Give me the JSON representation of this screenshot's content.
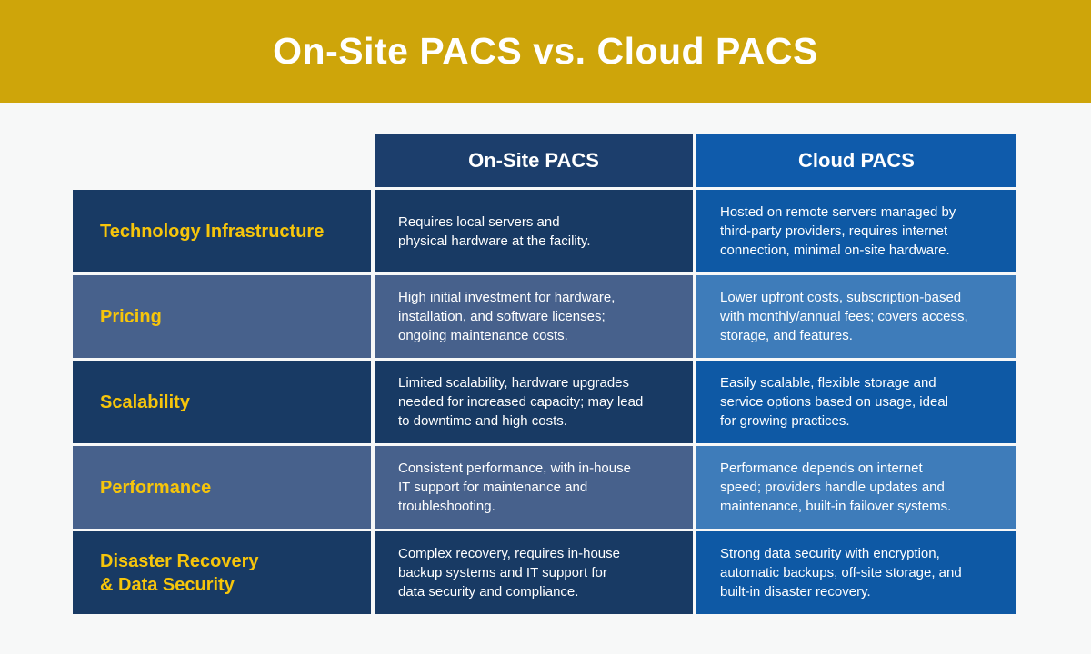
{
  "banner": {
    "title": "On-Site PACS vs. Cloud PACS"
  },
  "table": {
    "columns": [
      {
        "label": "On-Site PACS"
      },
      {
        "label": "Cloud PACS"
      }
    ],
    "rows": [
      {
        "label": "Technology Infrastructure",
        "onsite": "Requires local servers and\nphysical hardware at the facility.",
        "cloud": "Hosted on remote servers managed by\nthird-party providers, requires internet\nconnection, minimal on-site hardware."
      },
      {
        "label": "Pricing",
        "onsite": "High initial investment for hardware,\ninstallation, and software licenses;\nongoing maintenance costs.",
        "cloud": "Lower upfront costs, subscription-based\nwith monthly/annual fees; covers access,\nstorage, and features."
      },
      {
        "label": "Scalability",
        "onsite": "Limited scalability, hardware upgrades\nneeded for increased capacity; may lead\nto downtime and high costs.",
        "cloud": "Easily scalable, flexible storage and\nservice options based on usage, ideal\nfor growing practices."
      },
      {
        "label": "Performance",
        "onsite": "Consistent performance, with in-house\nIT support for maintenance and\ntroubleshooting.",
        "cloud": "Performance depends on internet\nspeed; providers handle updates and\nmaintenance, built-in failover systems."
      },
      {
        "label": "Disaster Recovery\n& Data Security",
        "onsite": "Complex recovery, requires in-house\nbackup systems and IT support for\ndata security and compliance.",
        "cloud": "Strong data security with encryption,\nautomatic backups, off-site storage, and\nbuilt-in disaster recovery."
      }
    ]
  },
  "colors": {
    "banner_gold": "#cea50a",
    "header_navy": "#1c3e6c",
    "header_blue": "#0f5bab",
    "row_navy": "#183a64",
    "row_slate": "#47618c",
    "cloud_blue": "#0e59a5",
    "cloud_lightblue": "#3e7cba",
    "label_gold": "#f6c50b",
    "background": "#f7f8f8",
    "text_white": "#ffffff"
  },
  "chart_data": {
    "type": "table",
    "title": "On-Site PACS vs. Cloud PACS",
    "columns": [
      "",
      "On-Site PACS",
      "Cloud PACS"
    ],
    "rows": [
      [
        "Technology Infrastructure",
        "Requires local servers and physical hardware at the facility.",
        "Hosted on remote servers managed by third-party providers, requires internet connection, minimal on-site hardware."
      ],
      [
        "Pricing",
        "High initial investment for hardware, installation, and software licenses; ongoing maintenance costs.",
        "Lower upfront costs, subscription-based with monthly/annual fees; covers access, storage, and features."
      ],
      [
        "Scalability",
        "Limited scalability, hardware upgrades needed for increased capacity; may lead to downtime and high costs.",
        "Easily scalable, flexible storage and service options based on usage, ideal for growing practices."
      ],
      [
        "Performance",
        "Consistent performance, with in-house IT support for maintenance and troubleshooting.",
        "Performance depends on internet speed; providers handle updates and maintenance, built-in failover systems."
      ],
      [
        "Disaster Recovery & Data Security",
        "Complex recovery, requires in-house backup systems and IT support for data security and compliance.",
        "Strong data security with encryption, automatic backups, off-site storage, and built-in disaster recovery."
      ]
    ]
  }
}
